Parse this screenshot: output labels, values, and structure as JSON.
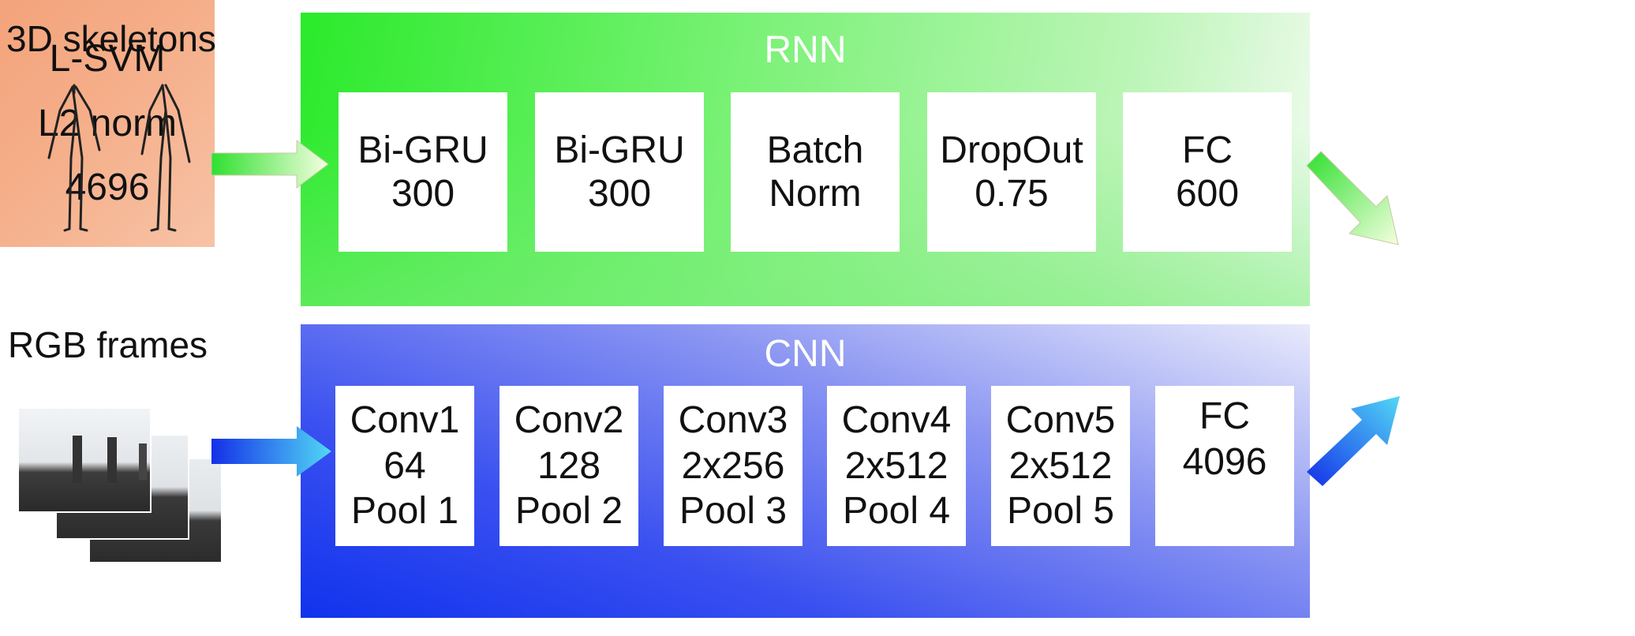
{
  "inputs": {
    "skeleton_label": "3D skeletons",
    "rgb_label": "RGB frames"
  },
  "rnn": {
    "title": "RNN",
    "layers": [
      {
        "line1": "Bi-GRU",
        "line2": "300"
      },
      {
        "line1": "Bi-GRU",
        "line2": "300"
      },
      {
        "line1": "Batch",
        "line2": "Norm"
      },
      {
        "line1": "DropOut",
        "line2": "0.75"
      },
      {
        "line1": "FC",
        "line2": "600"
      }
    ]
  },
  "cnn": {
    "title": "CNN",
    "layers": [
      {
        "line1": "Conv1",
        "line2": "64",
        "line3": "Pool 1"
      },
      {
        "line1": "Conv2",
        "line2": "128",
        "line3": "Pool 2"
      },
      {
        "line1": "Conv3",
        "line2": "2x256",
        "line3": "Pool 3"
      },
      {
        "line1": "Conv4",
        "line2": "2x512",
        "line3": "Pool 4"
      },
      {
        "line1": "Conv5",
        "line2": "2x512",
        "line3": "Pool 5"
      },
      {
        "line1": "FC",
        "line2": "4096",
        "line3": ""
      }
    ]
  },
  "classifier": {
    "line1": "L-SVM",
    "line2": "L2 norm",
    "line3": "4696"
  },
  "colors": {
    "rnn_green": "#2bea2b",
    "cnn_blue": "#1133ee",
    "svm_orange": "#f4a37a"
  }
}
